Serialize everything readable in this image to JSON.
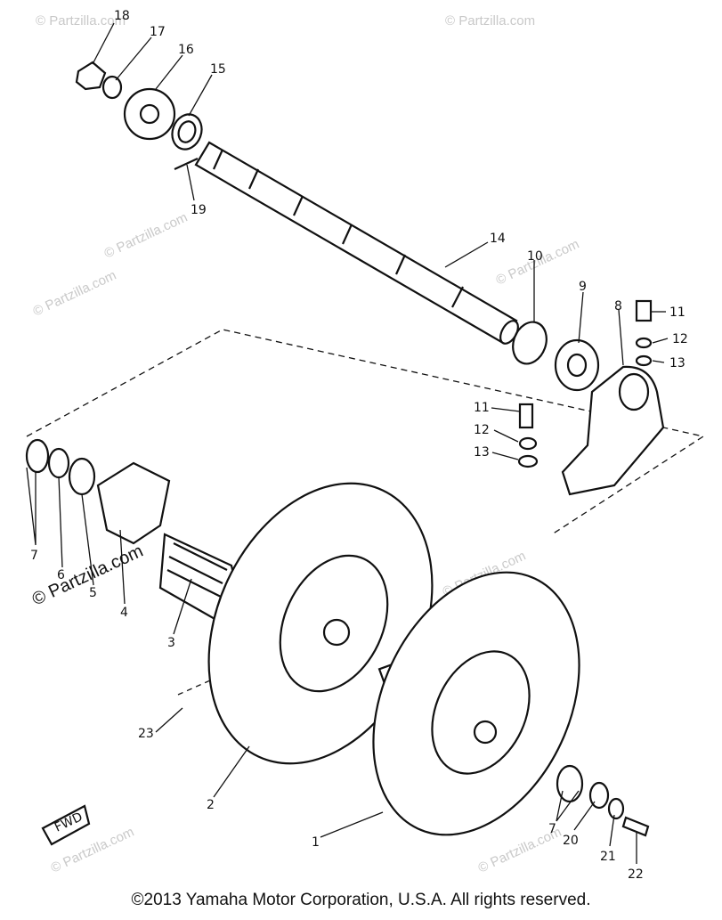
{
  "copyright": "©2013 Yamaha Motor Corporation, U.S.A. All rights reserved.",
  "watermark": "© Partzilla.com",
  "fwd_label": "FWD",
  "callouts": [
    "18",
    "17",
    "16",
    "15",
    "19",
    "14",
    "10",
    "9",
    "8",
    "11",
    "12",
    "13",
    "11",
    "12",
    "13",
    "7",
    "6",
    "5",
    "4",
    "3",
    "23",
    "2",
    "1",
    "7",
    "20",
    "21",
    "22"
  ]
}
